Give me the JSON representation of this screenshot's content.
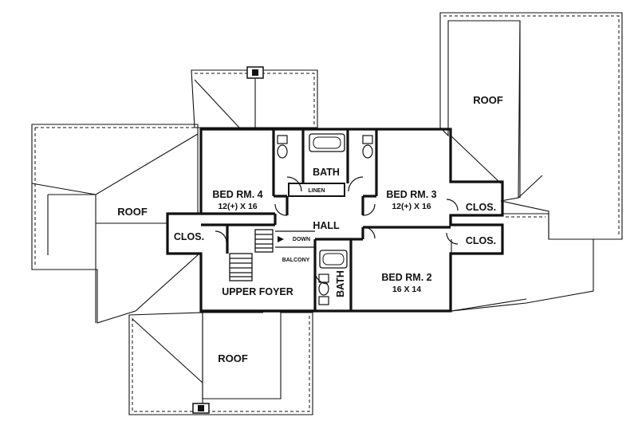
{
  "rooms": {
    "bed4": {
      "name": "BED RM. 4",
      "dims": "12(+) X 16"
    },
    "bed3": {
      "name": "BED RM. 3",
      "dims": "12(+) X 16"
    },
    "bed2": {
      "name": "BED RM. 2",
      "dims": "16 X 14"
    },
    "bath_top": "BATH",
    "bath_lower": "BATH",
    "linen": "LINEN",
    "hall": "HALL",
    "down": "DOWN",
    "balcony": "BALCONY",
    "upper_foyer": "UPPER FOYER",
    "clos_left": "CLOS.",
    "clos_right_top": "CLOS.",
    "clos_right_bottom": "CLOS."
  },
  "roofs": {
    "top_right": "ROOF",
    "left": "ROOF",
    "bottom": "ROOF"
  }
}
